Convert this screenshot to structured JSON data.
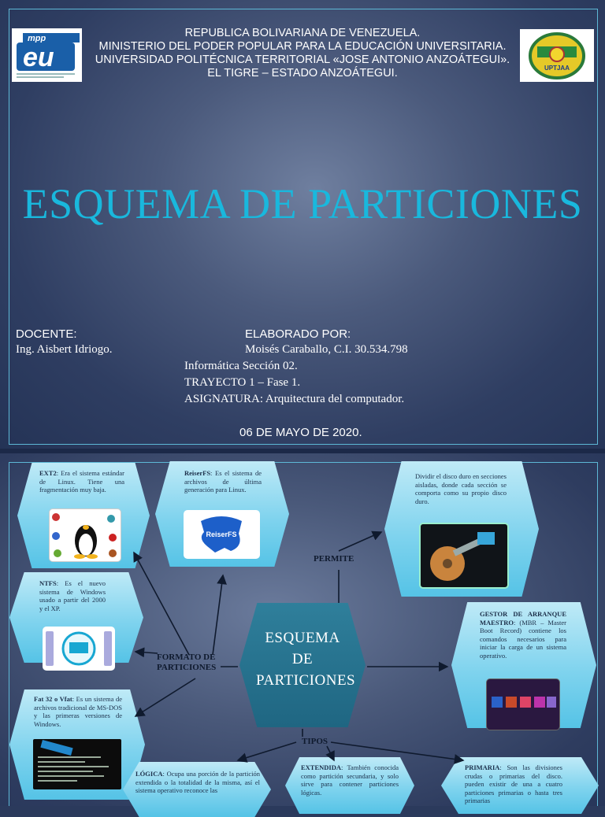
{
  "slide1": {
    "header_lines": [
      "REPUBLICA BOLIVARIANA DE VENEZUELA.",
      "MINISTERIO DEL PODER POPULAR PARA LA EDUCACIÓN UNIVERSITARIA.",
      "UNIVERSIDAD POLITÉCNICA TERRITORIAL «JOSE ANTONIO ANZOÁTEGUI».",
      "EL TIGRE – ESTADO ANZOÁTEGUI."
    ],
    "logo_left": {
      "top": "mpp",
      "main": "eu"
    },
    "logo_right": {
      "text": "UPTJAA"
    },
    "title": "ESQUEMA DE PARTICIONES",
    "docente_label": "DOCENTE:",
    "docente_name": "Ing. Aisbert Idriogo.",
    "elaborado_label": "ELABORADO POR:",
    "elaborado_name": "Moisés Caraballo, C.I. 30.534.798",
    "seccion": "Informática Sección 02.",
    "trayecto": "TRAYECTO 1 – Fase 1.",
    "asignatura": "ASIGNATURA: Arquitectura del computador.",
    "date": "06 DE MAYO DE 2020."
  },
  "slide2": {
    "center": "ESQUEMA DE PARTICIONES",
    "labels": {
      "formato": "FORMATO DE PARTICIONES",
      "permite": "PERMITE",
      "tipos": "TIPOS"
    },
    "ext2": {
      "term": "EXT2",
      "text": ": Era el sistema estándar de Linux. Tiene una fragmentación muy baja."
    },
    "reiser": {
      "term": "ReiserFS",
      "text": ": Es el sistema de archivos de última generación para Linux.",
      "badge": "ReiserFS"
    },
    "ntfs": {
      "term": "NTFS",
      "text": ": Es el nuevo sistema de Windows usado a partir del 2000 y el XP."
    },
    "fat": {
      "term": "Fat 32 o Vfat",
      "text": ": Es un sistema de archivos tradicional de MS-DOS y las primeras versiones de Windows."
    },
    "dividir": {
      "text": "Dividir el disco duro en secciones aisladas, donde cada sección se comporta como su propio disco duro."
    },
    "gestor": {
      "term": "GESTOR DE ARRANQUE MAESTRO",
      "text": ": (MBR – Master Boot Record) contiene los comandos necesarios para iniciar la carga de un sistema operativo."
    },
    "logica": {
      "term": "LÓGICA",
      "text": ": Ocupa una porción de la partición extendida o la totalidad de la misma, así el sistema operativo reconoce las"
    },
    "extendida": {
      "term": "EXTENDIDA",
      "text": ": También conocida como partición secundaria, y solo sirve para contener particiones lógicas."
    },
    "primaria": {
      "term": "PRIMARIA",
      "text": ": Son las divisiones crudas o primarias del disco. pueden existir de una a cuatro particiones primarias o hasta tres primarias"
    }
  }
}
